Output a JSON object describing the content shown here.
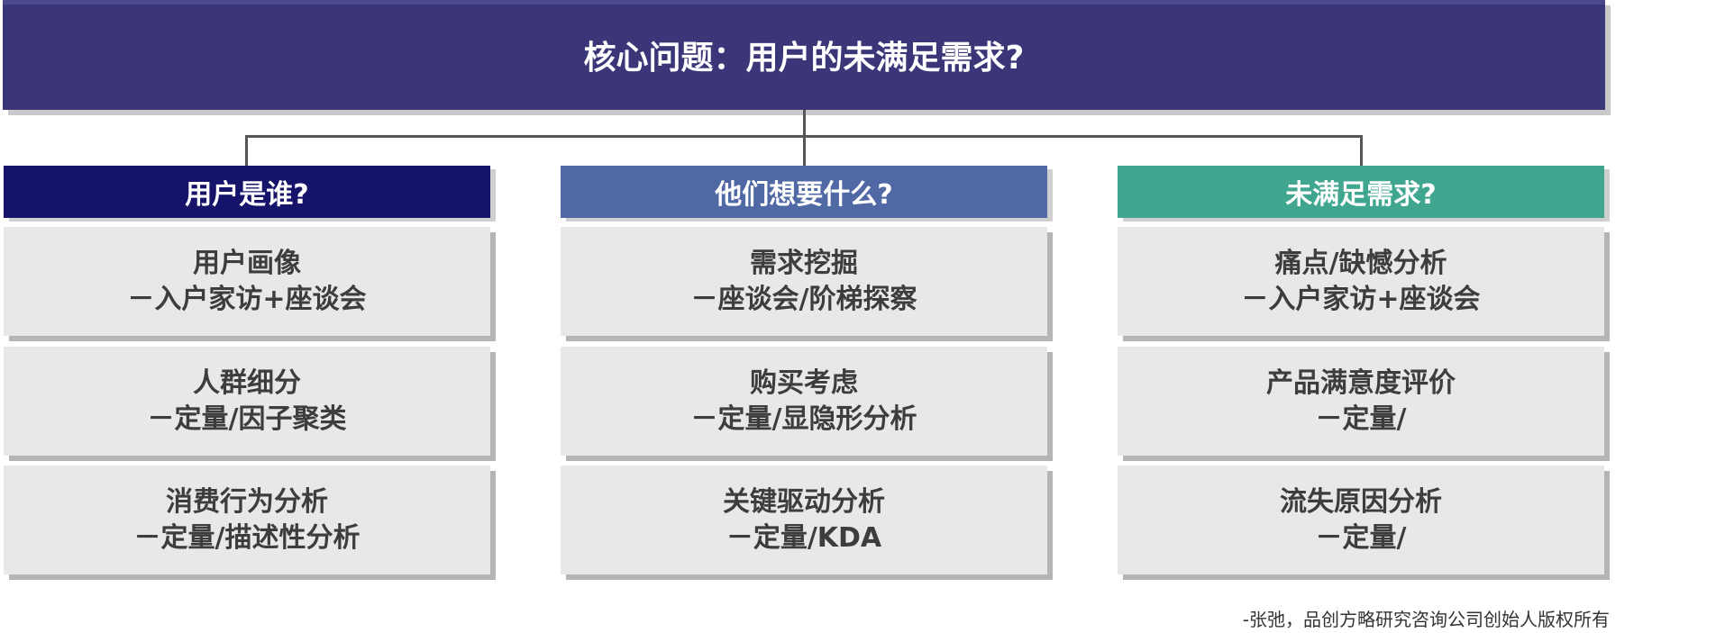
{
  "title": "核心问题：用户的未满足需求?",
  "columns": [
    {
      "header": "用户是谁?",
      "color": "#16146a",
      "cards": [
        {
          "line1": "用户画像",
          "line2": "－入户家访+座谈会"
        },
        {
          "line1": "人群细分",
          "line2": "－定量/因子聚类"
        },
        {
          "line1": "消费行为分析",
          "line2": "－定量/描述性分析"
        }
      ]
    },
    {
      "header": "他们想要什么?",
      "color": "#5068a4",
      "cards": [
        {
          "line1": "需求挖掘",
          "line2": "－座谈会/阶梯探察"
        },
        {
          "line1": "购买考虑",
          "line2": "－定量/显隐形分析"
        },
        {
          "line1": "关键驱动分析",
          "line2": "－定量/KDA"
        }
      ]
    },
    {
      "header": "未满足需求?",
      "color": "#40a690",
      "cards": [
        {
          "line1": "痛点/缺憾分析",
          "line2": "－入户家访+座谈会"
        },
        {
          "line1": "产品满意度评价",
          "line2": "－定量/"
        },
        {
          "line1": "流失原因分析",
          "line2": "－定量/"
        }
      ]
    }
  ],
  "footer": "-张弛，品创方略研究咨询公司创始人版权所有"
}
